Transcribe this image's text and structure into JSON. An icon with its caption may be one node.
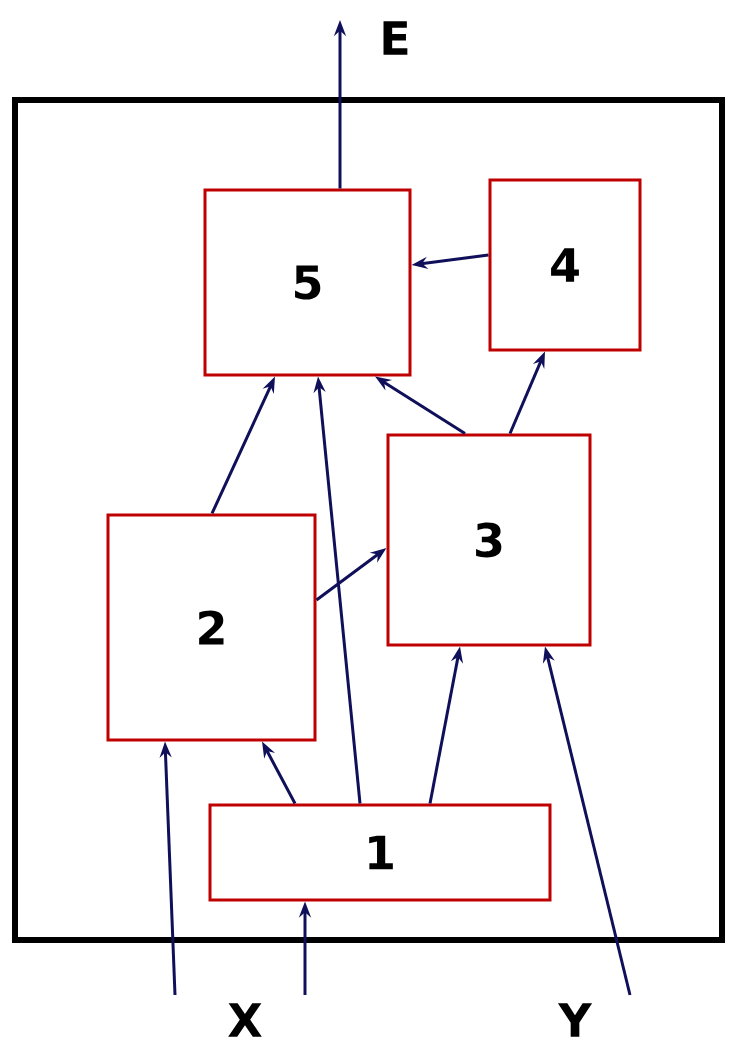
{
  "diagram": {
    "nodes": [
      {
        "text": [],
        "shape": "box"
      },
      {
        "text": [
          "5"
        ],
        "in": 0
      },
      {
        "text": [
          "4"
        ],
        "in": 0
      },
      {
        "text": [
          "3"
        ],
        "in": 0
      },
      {
        "text": [
          "2"
        ],
        "in": 0
      },
      {
        "text": [
          "1"
        ],
        "in": 0
      }
    ],
    "edges": [
      {
        "from": 1,
        "to": null,
        "arrow": "to",
        "label": "E"
      },
      {
        "from": 2,
        "to": 1,
        "arrow": "to"
      },
      {
        "from": 4,
        "to": 1,
        "arrow": "to"
      },
      {
        "from": 5,
        "to": 1,
        "arrow": "to"
      },
      {
        "from": 3,
        "to": 1,
        "arrow": "to"
      },
      {
        "from": 3,
        "to": 2,
        "arrow": "to"
      },
      {
        "from": 4,
        "to": 3,
        "arrow": "to"
      },
      {
        "from": 5,
        "to": 4,
        "arrow": "to"
      },
      {
        "from": 5,
        "to": 3,
        "arrow": "to"
      },
      {
        "from": null,
        "to": 4,
        "arrow": "to"
      },
      {
        "from": null,
        "to": 5,
        "arrow": "to"
      },
      {
        "from": null,
        "to": 3,
        "arrow": "to"
      }
    ],
    "labels": [
      "X",
      "Y"
    ]
  }
}
